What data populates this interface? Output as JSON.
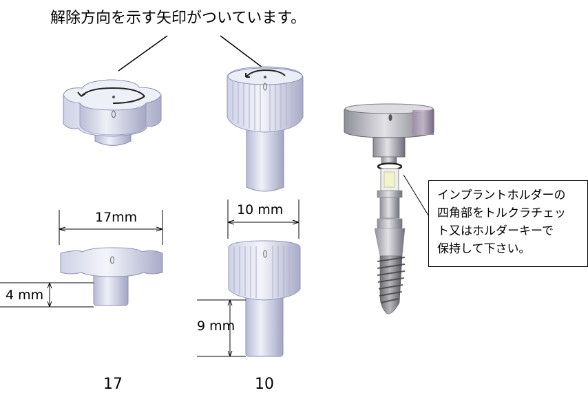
{
  "heading": "解除方向を示す矢印がついています。",
  "dimensions": {
    "knob17_width": "17mm",
    "knob17_height": "4 mm",
    "knob10_width": "10 mm",
    "knob10_height": "9 mm"
  },
  "captions": {
    "left": "17",
    "center": "10"
  },
  "callout": {
    "lines": [
      "インプラントホルダーの",
      "四角部をトルクラチェッ",
      "ト又はホルダーキーで",
      "保持して下さい。"
    ]
  },
  "colors": {
    "metal_light": "#e6e8f2",
    "metal_mid": "#c9cbe0",
    "metal_dark": "#9a9cbc",
    "holder_top": "#d8d8d8",
    "holder_side": "#8d8d97"
  }
}
